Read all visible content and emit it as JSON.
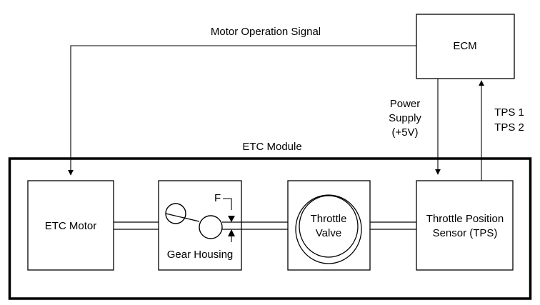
{
  "signals": {
    "motor_operation": "Motor Operation Signal",
    "power_supply_line1": "Power",
    "power_supply_line2": "Supply",
    "power_supply_line3": "(+5V)",
    "tps1": "TPS 1",
    "tps2": "TPS 2",
    "gap_marker": "F"
  },
  "module": {
    "title": "ETC Module"
  },
  "blocks": {
    "ecm": "ECM",
    "etc_motor": "ETC Motor",
    "gear_housing": "Gear Housing",
    "throttle_valve_line1": "Throttle",
    "throttle_valve_line2": "Valve",
    "tps_line1": "Throttle Position",
    "tps_line2": "Sensor (TPS)"
  }
}
